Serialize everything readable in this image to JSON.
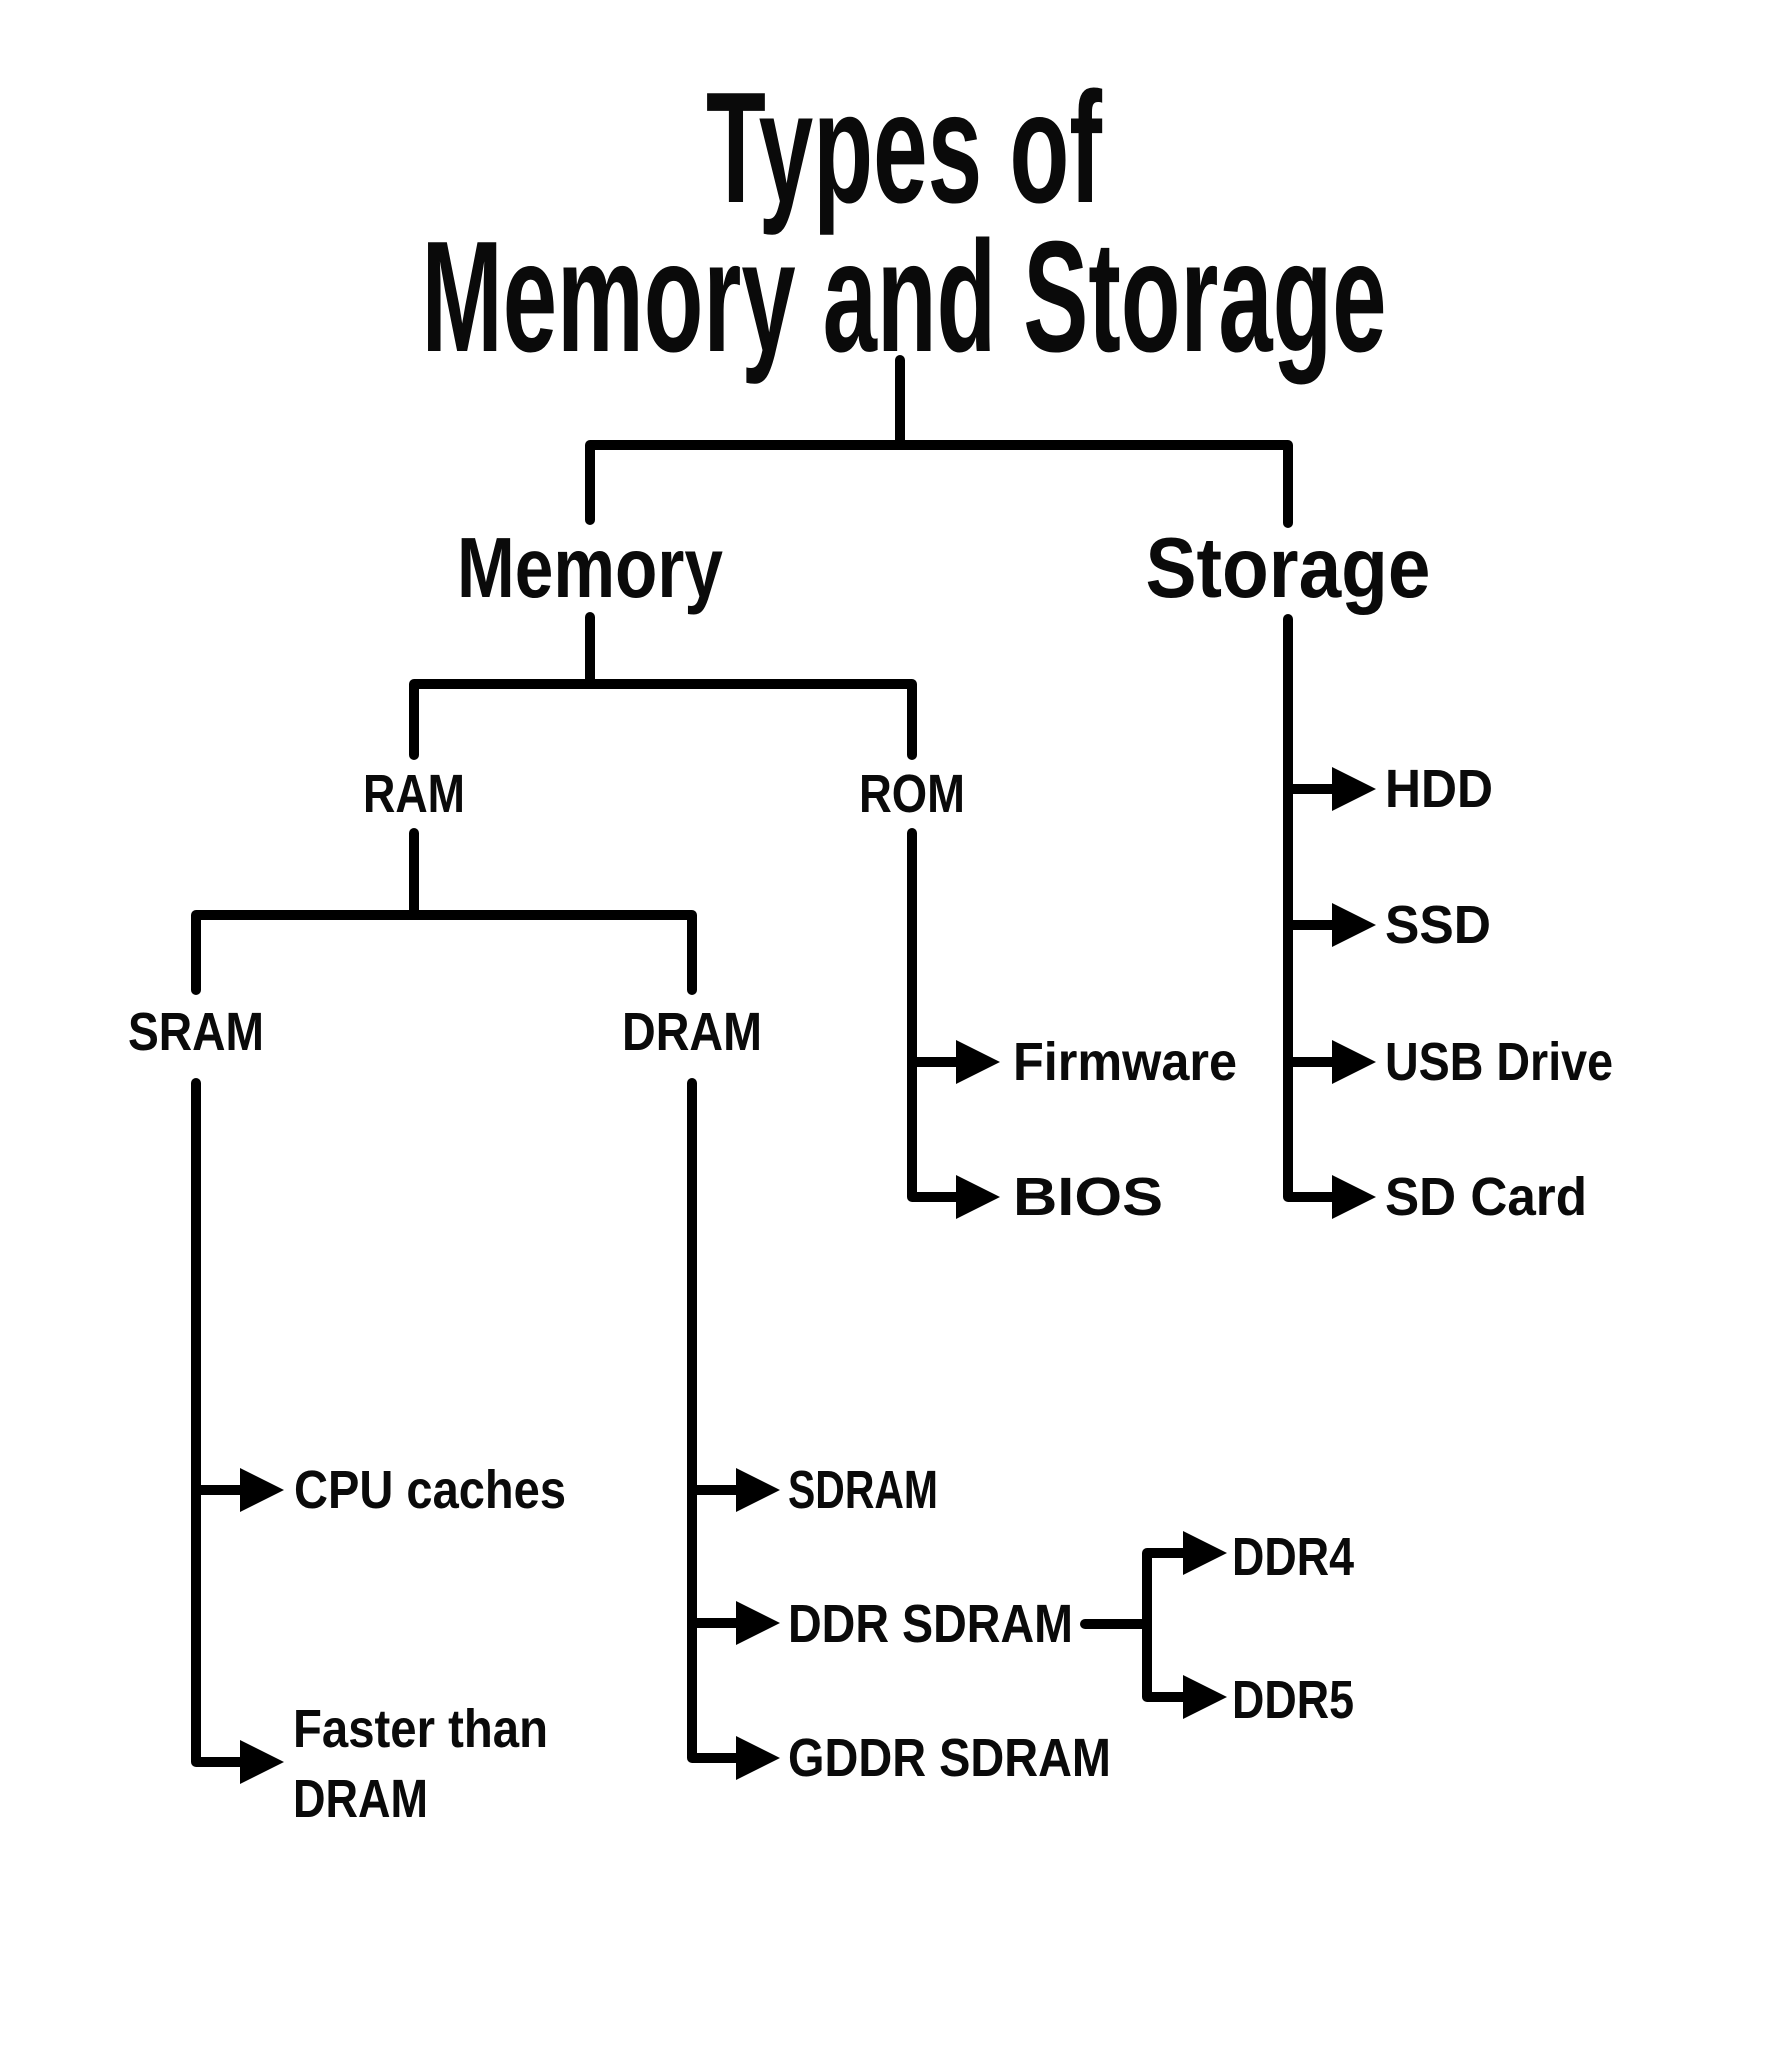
{
  "title": {
    "line1": "Types of",
    "line2": "Memory and Storage"
  },
  "colors": {
    "accent_green": "#3DB182",
    "text": "#0a0a0a",
    "line": "#000000",
    "background": "#ffffff"
  },
  "nodes": {
    "memory": "Memory",
    "storage": "Storage",
    "ram": "RAM",
    "rom": "ROM",
    "sram": "SRAM",
    "dram": "DRAM",
    "cpu_caches": "CPU caches",
    "faster_line1": "Faster than",
    "faster_line2": "DRAM",
    "sdram": "SDRAM",
    "ddr_sdram": "DDR SDRAM",
    "gddr_sdram": "GDDR SDRAM",
    "ddr4": "DDR4",
    "ddr5": "DDR5",
    "firmware": "Firmware",
    "bios": "BIOS",
    "hdd": "HDD",
    "ssd": "SSD",
    "usb_drive": "USB Drive",
    "sd_card": "SD Card"
  },
  "hierarchy": {
    "Memory": {
      "RAM": {
        "SRAM": [
          "CPU caches",
          "Faster than DRAM"
        ],
        "DRAM": {
          "SDRAM": [],
          "DDR SDRAM": [
            "DDR4",
            "DDR5"
          ],
          "GDDR SDRAM": []
        }
      },
      "ROM": [
        "Firmware",
        "BIOS"
      ]
    },
    "Storage": [
      "HDD",
      "SSD",
      "USB Drive",
      "SD Card"
    ]
  }
}
